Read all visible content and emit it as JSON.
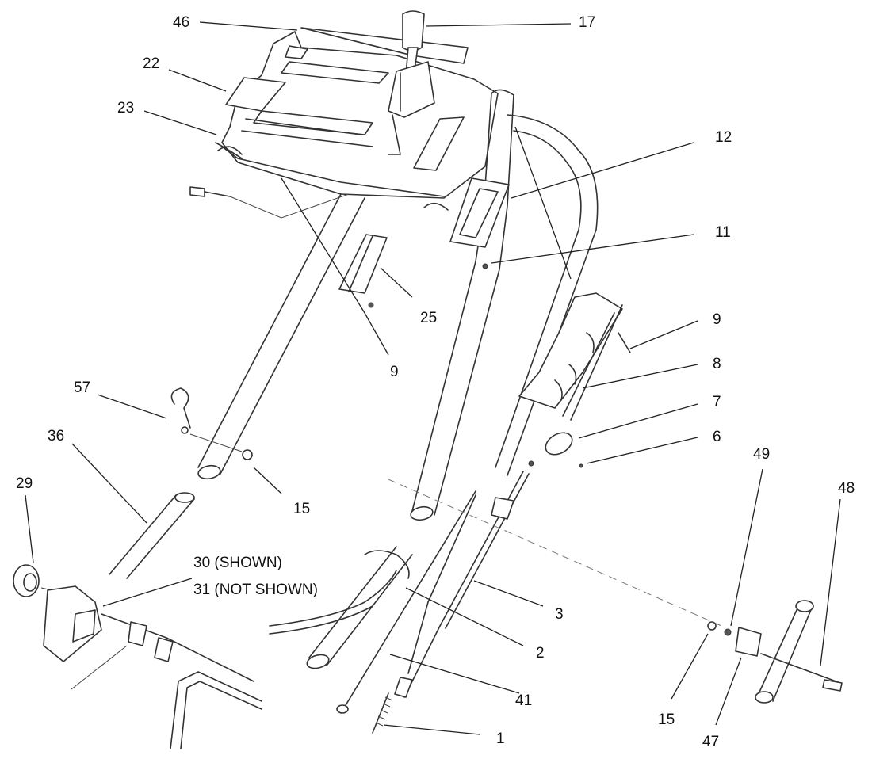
{
  "diagram": {
    "callouts": [
      {
        "id": "c46",
        "text": "46"
      },
      {
        "id": "c17",
        "text": "17"
      },
      {
        "id": "c22",
        "text": "22"
      },
      {
        "id": "c23",
        "text": "23"
      },
      {
        "id": "c12",
        "text": "12"
      },
      {
        "id": "c11",
        "text": "11"
      },
      {
        "id": "c25",
        "text": "25"
      },
      {
        "id": "c9a",
        "text": "9"
      },
      {
        "id": "c9b",
        "text": "9"
      },
      {
        "id": "c8",
        "text": "8"
      },
      {
        "id": "c7",
        "text": "7"
      },
      {
        "id": "c6",
        "text": "6"
      },
      {
        "id": "c57",
        "text": "57"
      },
      {
        "id": "c36",
        "text": "36"
      },
      {
        "id": "c29",
        "text": "29"
      },
      {
        "id": "c15a",
        "text": "15"
      },
      {
        "id": "c30",
        "text": "30 (SHOWN)"
      },
      {
        "id": "c31",
        "text": "31 (NOT SHOWN)"
      },
      {
        "id": "c49",
        "text": "49"
      },
      {
        "id": "c48",
        "text": "48"
      },
      {
        "id": "c3",
        "text": "3"
      },
      {
        "id": "c2",
        "text": "2"
      },
      {
        "id": "c41",
        "text": "41"
      },
      {
        "id": "c1",
        "text": "1"
      },
      {
        "id": "c15b",
        "text": "15"
      },
      {
        "id": "c47",
        "text": "47"
      }
    ]
  }
}
